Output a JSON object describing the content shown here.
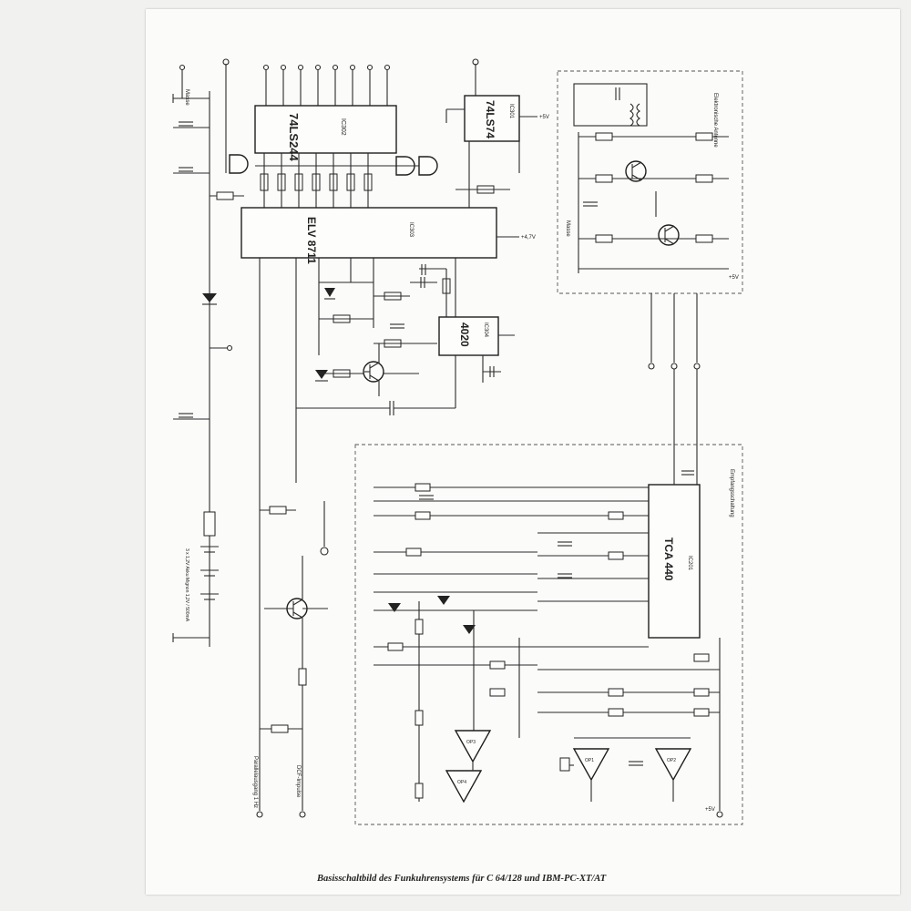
{
  "caption": "Basisschaltbild des Funkuhrensystems für C 64/128 und IBM-PC-XT/AT",
  "ics": {
    "ic302": {
      "ref": "IC302",
      "part": "74LS244"
    },
    "ic301": {
      "ref": "IC301",
      "part": "74LS74"
    },
    "ic303": {
      "ref": "IC303",
      "part": "ELV 8711"
    },
    "ic304": {
      "ref": "IC304",
      "part": "4020"
    },
    "ic201": {
      "ref": "IC201",
      "part": "TCA 440"
    }
  },
  "opamps": [
    "OP1",
    "OP2",
    "OP3",
    "OP4"
  ],
  "blocks": {
    "antenna": "Elektronische Antenne",
    "receiver": "Empfangsschaltung"
  },
  "supply": [
    "+5V",
    "+4,7V"
  ],
  "ground_label": "Masse",
  "edge_labels": {
    "bottom_left": "Parallelausgang 1 Hz",
    "bottom_mid": "DCF-Impulse",
    "battery": "3 x 1,2V Akku Mignon 1,2V / 500mA"
  },
  "icons": [
    "resistor-symbol",
    "capacitor-symbol",
    "diode-symbol",
    "transistor-symbol",
    "terminal-icon"
  ]
}
